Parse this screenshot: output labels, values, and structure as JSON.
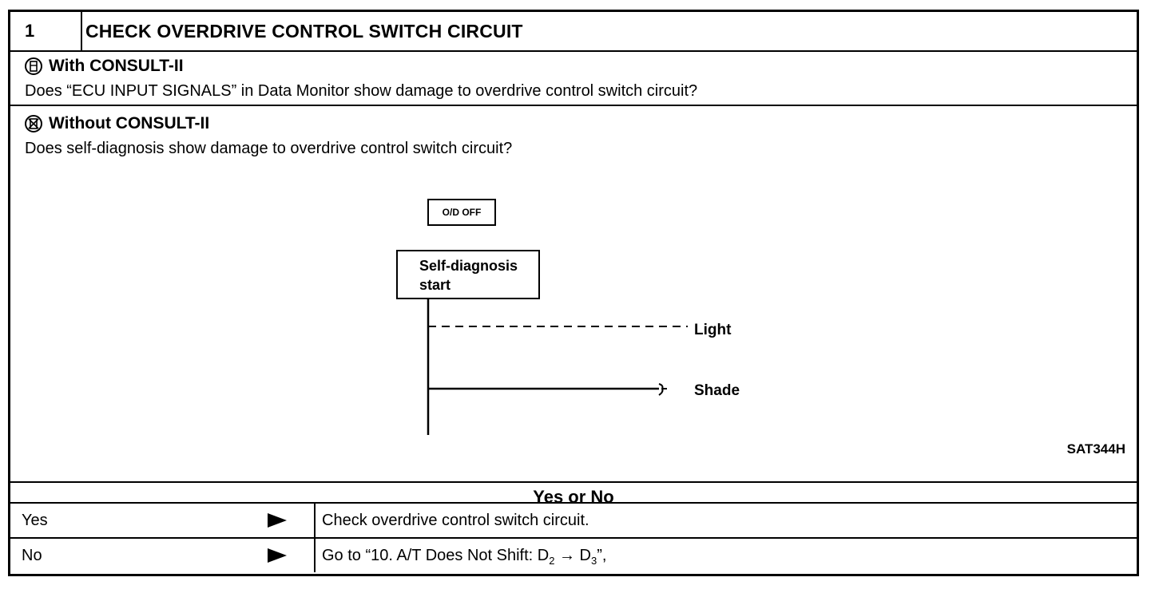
{
  "header": {
    "step_number": "1",
    "title": "CHECK OVERDRIVE CONTROL SWITCH CIRCUIT"
  },
  "with_consult": {
    "heading": "With CONSULT-II",
    "question": "Does “ECU INPUT SIGNALS” in Data Monitor show damage to overdrive control switch circuit?"
  },
  "without_consult": {
    "heading": "Without CONSULT-II",
    "question": "Does self-diagnosis show damage to overdrive control switch circuit?"
  },
  "diagram": {
    "od_off_label": "O/D OFF",
    "self_diag_line1": "Self-diagnosis",
    "self_diag_line2": "start",
    "light_label": "Light",
    "shade_label": "Shade",
    "ref_code": "SAT344H"
  },
  "decision": {
    "prompt": "Yes or No",
    "answers": [
      {
        "label": "Yes",
        "action": "Check overdrive control switch circuit."
      },
      {
        "label": "No",
        "action_prefix": "Go to “10. A/T Does Not Shift: D",
        "sub1": "2",
        "arrow": " → D",
        "sub2": "3",
        "action_suffix": "”,"
      }
    ]
  }
}
